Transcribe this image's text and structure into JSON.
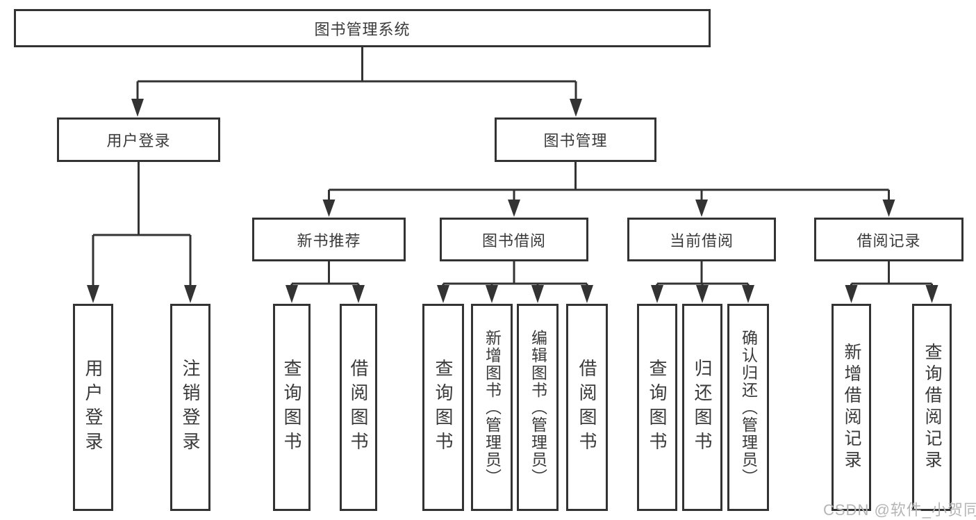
{
  "root": {
    "label": "图书管理系统"
  },
  "level2": [
    {
      "label": "用户登录"
    },
    {
      "label": "图书管理"
    }
  ],
  "level3": [
    {
      "label": "新书推荐"
    },
    {
      "label": "图书借阅"
    },
    {
      "label": "当前借阅"
    },
    {
      "label": "借阅记录"
    }
  ],
  "leaves": [
    {
      "parent": "用户登录",
      "label": "用户登录"
    },
    {
      "parent": "用户登录",
      "label": "注销登录"
    },
    {
      "parent": "新书推荐",
      "label": "查询图书"
    },
    {
      "parent": "新书推荐",
      "label": "借阅图书"
    },
    {
      "parent": "图书借阅",
      "label": "查询图书"
    },
    {
      "parent": "图书借阅",
      "label": "新增图书（管理员）"
    },
    {
      "parent": "图书借阅",
      "label": "编辑图书（管理员）"
    },
    {
      "parent": "图书借阅",
      "label": "借阅图书"
    },
    {
      "parent": "当前借阅",
      "label": "查询图书"
    },
    {
      "parent": "当前借阅",
      "label": "归还图书"
    },
    {
      "parent": "当前借阅",
      "label": "确认归还（管理员）"
    },
    {
      "parent": "借阅记录",
      "label": "新增借阅记录"
    },
    {
      "parent": "借阅记录",
      "label": "查询借阅记录"
    }
  ],
  "watermark": {
    "text": "CSDN @软件_小贺同学"
  },
  "colors": {
    "line": "#333333",
    "text": "#3a3a3a",
    "boxbg": "#ffffff",
    "background": "#ffffff",
    "watermark": "#b5b5b5"
  }
}
